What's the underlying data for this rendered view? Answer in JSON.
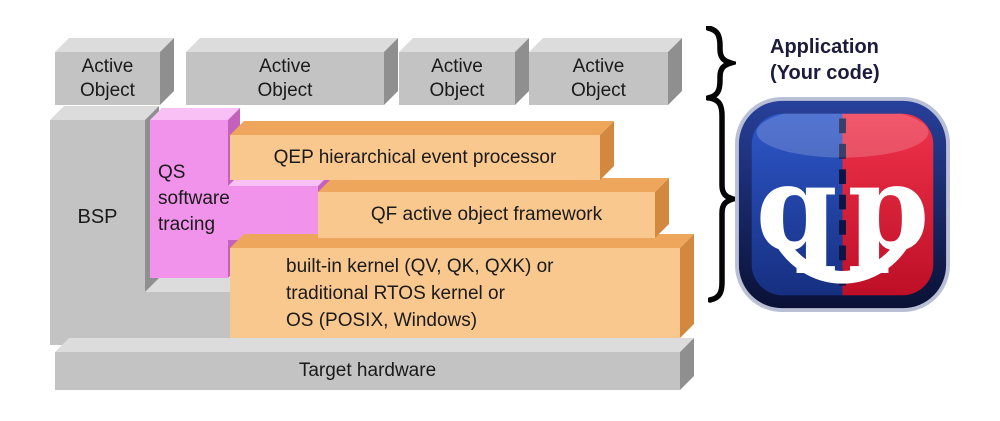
{
  "active_objects": [
    {
      "label": "Active\nObject"
    },
    {
      "label": "Active\nObject"
    },
    {
      "label": "Active\nObject"
    },
    {
      "label": "Active\nObject"
    }
  ],
  "bsp": {
    "label": "BSP"
  },
  "qs": {
    "label": "QS\nsoftware\ntracing"
  },
  "layers": {
    "qep": {
      "label": "QEP hierarchical event processor"
    },
    "qf": {
      "label": "QF active object framework"
    },
    "kernel": {
      "label": "built-in kernel (QV, QK, QXK) or\ntraditional RTOS kernel or\nOS (POSIX, Windows)"
    }
  },
  "target_hardware": {
    "label": "Target hardware"
  },
  "annotation": {
    "label": "Application\n(Your code)"
  },
  "logo": {
    "left_letter": "q",
    "right_letter": "p"
  },
  "colors": {
    "gray_front": "#c3c3c3",
    "gray_top": "#dcdcdc",
    "gray_side": "#8f8f8f",
    "orange_front": "#f9c88e",
    "orange_top": "#eda65c",
    "orange_side": "#d2883f",
    "pink_front": "#f193eb",
    "pink_top": "#f8c0f4",
    "pink_side": "#c361bb",
    "logo_blue": "#1d3c9f",
    "logo_red": "#d8182f",
    "text": "#1a1a1a",
    "annotation_text": "#1b1b3a",
    "brace": "#050505"
  }
}
